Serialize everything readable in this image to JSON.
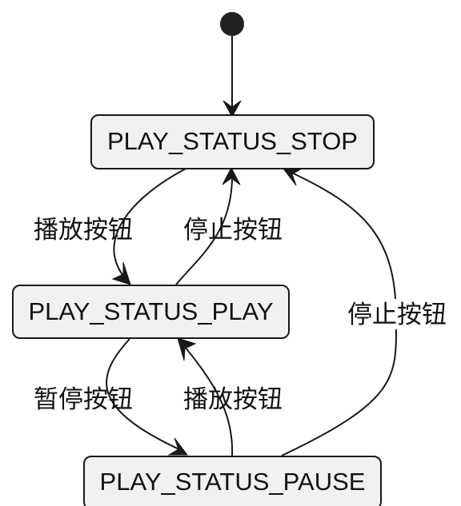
{
  "diagram": {
    "type": "state-diagram",
    "states": {
      "stop": "PLAY_STATUS_STOP",
      "play": "PLAY_STATUS_PLAY",
      "pause": "PLAY_STATUS_PAUSE"
    },
    "transitions": [
      {
        "id": "initial",
        "from": "start",
        "to": "PLAY_STATUS_STOP",
        "label": ""
      },
      {
        "id": "stop_to_play",
        "from": "PLAY_STATUS_STOP",
        "to": "PLAY_STATUS_PLAY",
        "label": "播放按钮"
      },
      {
        "id": "play_to_stop",
        "from": "PLAY_STATUS_PLAY",
        "to": "PLAY_STATUS_STOP",
        "label": "停止按钮"
      },
      {
        "id": "play_to_pause",
        "from": "PLAY_STATUS_PLAY",
        "to": "PLAY_STATUS_PAUSE",
        "label": "暂停按钮"
      },
      {
        "id": "pause_to_play",
        "from": "PLAY_STATUS_PAUSE",
        "to": "PLAY_STATUS_PLAY",
        "label": "播放按钮"
      },
      {
        "id": "pause_to_stop",
        "from": "PLAY_STATUS_PAUSE",
        "to": "PLAY_STATUS_STOP",
        "label": "停止按钮"
      }
    ],
    "colors": {
      "state_fill": "#f1f1f1",
      "stroke": "#181818",
      "background": "#ffffff"
    }
  }
}
